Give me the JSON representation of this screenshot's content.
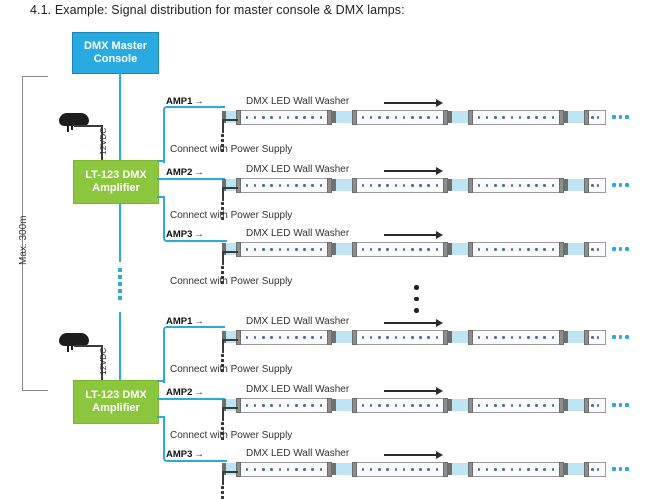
{
  "title": "4.1. Example: Signal distribution for master console & DMX lamps:",
  "blocks": {
    "console_label": "DMX Master Console",
    "amplifier_label": "LT-123 DMX Amplifier",
    "console_color": "#29abe2",
    "amplifier_color": "#8cc63e",
    "signal_color": "#29abe2"
  },
  "labels": {
    "max_distance": "Max. 300m",
    "power_voltage": "12VDC",
    "wall_washer": "DMX LED Wall Washer",
    "connect_power": "Connect with Power Supply",
    "amp1": "AMP1",
    "amp2": "AMP2",
    "amp3": "AMP3",
    "arrow": "→"
  },
  "icons": {
    "power_supply": "power-adapter-icon",
    "flow_arrow": "flow-arrow-icon",
    "continuation": "ellipsis-icon"
  },
  "groups": [
    {
      "name": "amplifier-group-1",
      "amplifier": "LT-123 DMX Amplifier",
      "outputs": [
        {
          "label": "AMP1",
          "strip": "DMX LED Wall Washer",
          "note": "Connect with Power Supply"
        },
        {
          "label": "AMP2",
          "strip": "DMX LED Wall Washer",
          "note": "Connect with Power Supply"
        },
        {
          "label": "AMP3",
          "strip": "DMX LED Wall Washer",
          "note": "Connect with Power Supply"
        }
      ]
    },
    {
      "name": "amplifier-group-2",
      "amplifier": "LT-123 DMX Amplifier",
      "outputs": [
        {
          "label": "AMP1",
          "strip": "DMX LED Wall Washer",
          "note": "Connect with Power Supply"
        },
        {
          "label": "AMP2",
          "strip": "DMX LED Wall Washer",
          "note": "Connect with Power Supply"
        },
        {
          "label": "AMP3",
          "strip": "DMX LED Wall Washer",
          "note": ""
        }
      ]
    }
  ]
}
